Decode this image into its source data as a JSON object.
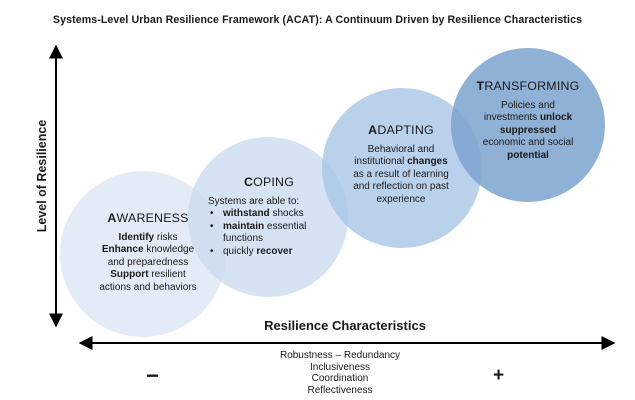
{
  "title": "Systems-Level Urban Resilience Framework (ACAT): A Continuum Driven by Resilience Characteristics",
  "y_axis_label": "Level of Resilience",
  "x_axis_label": "Resilience Characteristics",
  "characteristics": [
    "Robustness – Redundancy",
    "Inclusiveness",
    "Coordination",
    "Reflectiveness"
  ],
  "low_sign": "−",
  "high_sign": "+",
  "colors": {
    "awareness": "#dde8f4",
    "coping": "#cbdcef",
    "adapting": "#a8c5e6",
    "transforming": "#7ca3cf",
    "axis": "#000000"
  },
  "stages": {
    "awareness": {
      "initial": "A",
      "rest": "WARENESS",
      "lines": [
        {
          "bold": "Identify",
          "text": " risks"
        },
        {
          "bold": "Enhance",
          "text": " knowledge"
        },
        {
          "bold": "",
          "text": "and preparedness"
        },
        {
          "bold": "Support",
          "text": " resilient"
        },
        {
          "bold": "",
          "text": "actions and behaviors"
        }
      ]
    },
    "coping": {
      "initial": "C",
      "rest": "OPING",
      "intro": "Systems are able to:",
      "bullets": [
        {
          "bold": "withstand",
          "text": " shocks"
        },
        {
          "bold": "maintain",
          "text": " essential functions"
        },
        {
          "pre": "quickly ",
          "bold": "recover"
        }
      ]
    },
    "adapting": {
      "initial": "A",
      "rest": "DAPTING",
      "l1": "Behavioral and",
      "l2_pre": "institutional ",
      "l2_bold": "changes",
      "l3": "as a result of learning",
      "l4": "and reflection on past",
      "l5": "experience"
    },
    "transforming": {
      "initial": "T",
      "rest": "RANSFORMING",
      "l1": "Policies and",
      "l2_pre": "investments ",
      "l2_bold": "unlock",
      "l3_bold": "suppressed",
      "l4": "economic and social",
      "l5_bold": "potential"
    }
  }
}
